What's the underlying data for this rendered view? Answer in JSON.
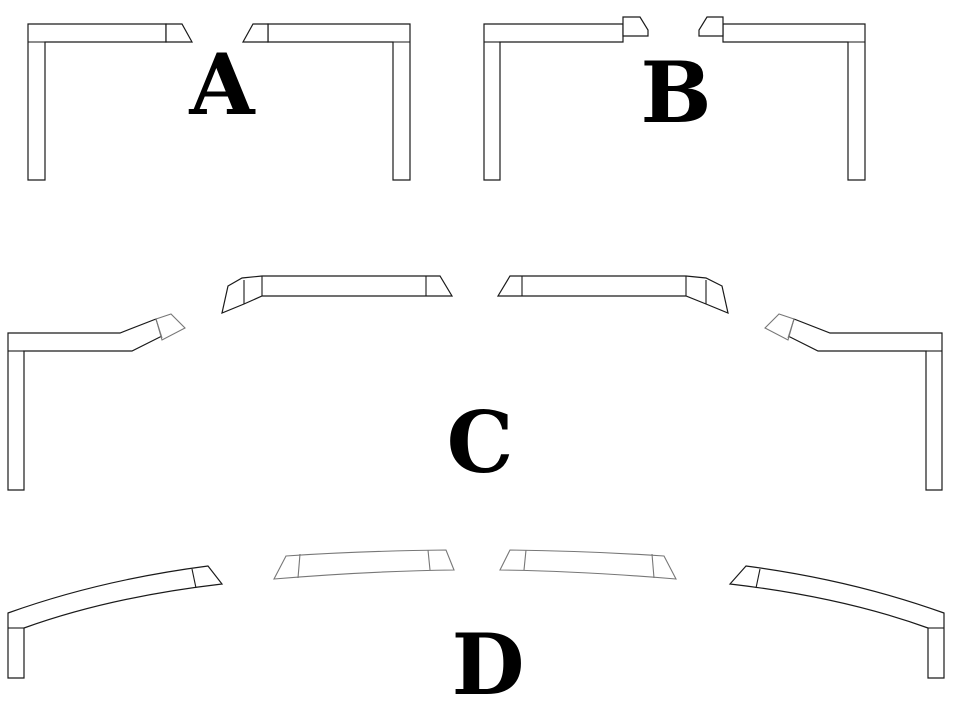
{
  "panels": {
    "a": {
      "label": "A"
    },
    "b": {
      "label": "B"
    },
    "c": {
      "label": "C"
    },
    "d": {
      "label": "D"
    }
  },
  "colors": {
    "stroke": "#1a1a1a",
    "faded_stroke": "#777777",
    "label": "#000000",
    "background": "#ffffff"
  }
}
